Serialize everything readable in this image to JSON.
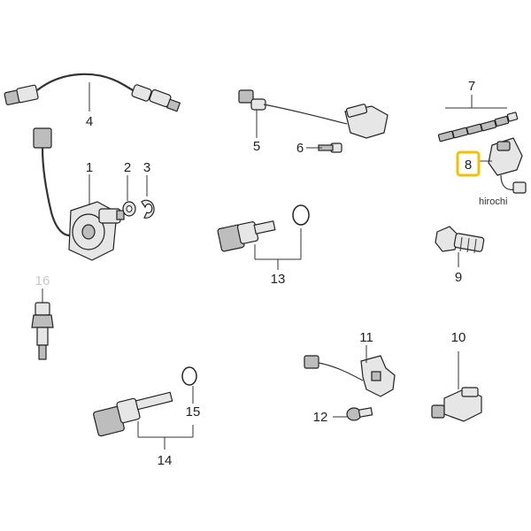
{
  "callouts": {
    "n1": "1",
    "n2": "2",
    "n3": "3",
    "n4": "4",
    "n5": "5",
    "n6": "6",
    "n7": "7",
    "n8": "8",
    "n9": "9",
    "n10": "10",
    "n11": "11",
    "n12": "12",
    "n13": "13",
    "n14": "14",
    "n15": "15",
    "n16": "16"
  },
  "watermark": "hirochi",
  "colors": {
    "highlight_box": "#f2c200",
    "ink": "#222222",
    "faded_callout": "#c8c8c8"
  }
}
